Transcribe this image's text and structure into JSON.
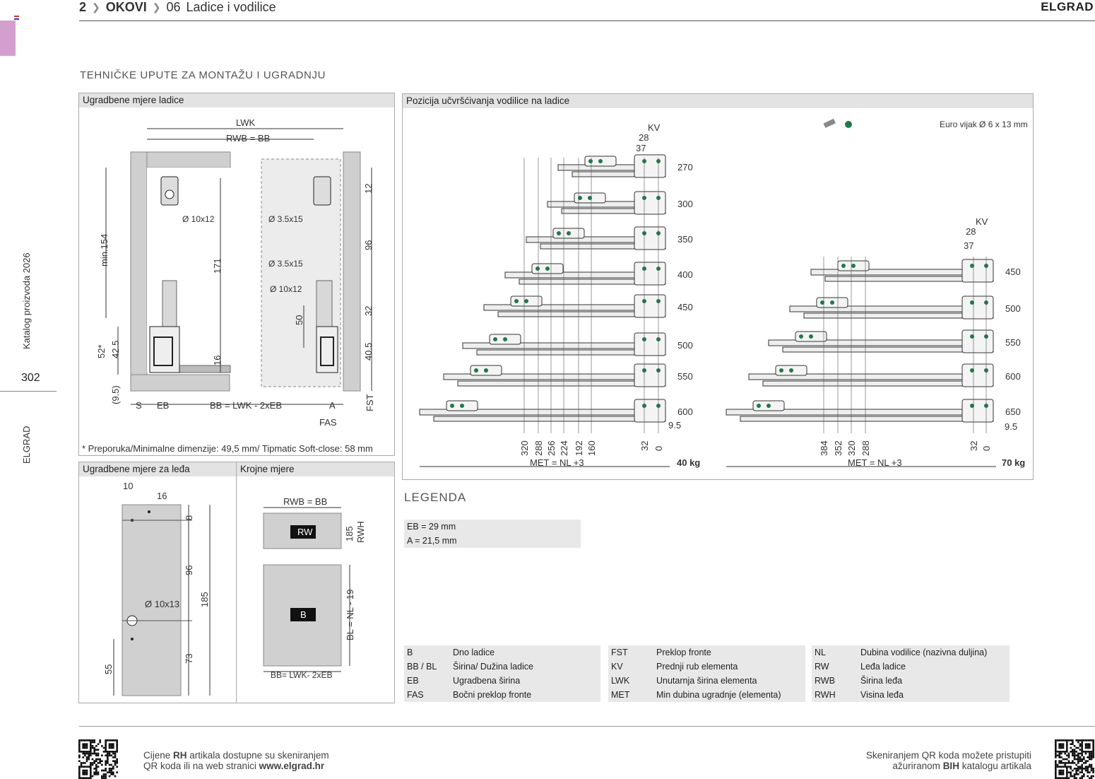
{
  "header": {
    "chapter_num": "2",
    "chapter": "OKOVI",
    "section_num": "06",
    "section": "Ladice i vodilice",
    "brand": "ELGRAD"
  },
  "sidebar": {
    "catalog": "Katalog proizvoda 2026",
    "page": "302",
    "brand": "ELGRAD"
  },
  "section_title": "TEHNIČKE UPUTE ZA MONTAŽU I UGRADNJU",
  "panel_drawer": {
    "title": "Ugradbene mjere ladice",
    "lwk": "LWK",
    "rwb": "RWB = BB",
    "d10": "Ø 10x12",
    "d35a": "Ø 3.5x15",
    "d35b": "Ø 3.5x15",
    "d10b": "Ø 10x12",
    "min154": "min.154",
    "v171": "171",
    "v96": "96",
    "v12": "12",
    "v32": "32",
    "v50": "50",
    "v405": "40.5",
    "v16": "16",
    "v52": "52*",
    "v425": "42.5",
    "v95": "(9.5)",
    "s": "S",
    "eb": "EB",
    "bb": "BB = LWK - 2xEB",
    "a": "A",
    "fst": "FST",
    "fas": "FAS",
    "note": "* Preporuka/Minimalne dimenzije: 49,5 mm/ Tipmatic Soft-close: 58 mm"
  },
  "panel_back": {
    "title": "Ugradbene mjere za leđa",
    "v10": "10",
    "v16": "16",
    "v8": "8",
    "v96": "96",
    "v185": "185",
    "d10": "Ø 10x13",
    "v73": "73",
    "v55": "55"
  },
  "panel_cut": {
    "title": "Krojne mjere",
    "rwb": "RWB = BB",
    "rw": "RW",
    "v185": "185",
    "rwh": "RWH",
    "b": "B",
    "bl": "BL = NL - 19",
    "bb": "BB= LWK- 2xEB"
  },
  "panel_position": {
    "title": "Pozicija učvršćivanja vodilice na ladice",
    "screw": "Euro vijak Ø 6 x 13 mm",
    "kv": "KV",
    "v28": "28",
    "v37": "37",
    "left_lengths": [
      "270",
      "300",
      "350",
      "400",
      "450",
      "500",
      "550",
      "600"
    ],
    "left_bottom": [
      "320",
      "288",
      "256",
      "224",
      "192",
      "160",
      "32",
      "0"
    ],
    "left_95": "9.5",
    "left_met": "MET = NL +3",
    "left_kg": "40 kg",
    "right_lengths": [
      "450",
      "500",
      "550",
      "600",
      "650"
    ],
    "right_bottom": [
      "384",
      "352",
      "320",
      "288",
      "32",
      "0"
    ],
    "right_95": "9.5",
    "right_met": "MET = NL +3",
    "right_kg": "70 kg"
  },
  "legend": {
    "title": "LEGENDA",
    "rows": [
      "EB = 29 mm",
      "A = 21,5 mm"
    ]
  },
  "abbreviations": [
    [
      [
        "B",
        "Dno ladice"
      ],
      [
        "BB / BL",
        "Širina/ Dužina ladice"
      ],
      [
        "EB",
        "Ugradbena širina"
      ],
      [
        "FAS",
        "Bočni preklop fronte"
      ]
    ],
    [
      [
        "FST",
        "Preklop fronte"
      ],
      [
        "KV",
        "Prednji rub elementa"
      ],
      [
        "LWK",
        "Unutarnja širina elementa"
      ],
      [
        "MET",
        "Min dubina ugradnje (elementa)"
      ]
    ],
    [
      [
        "NL",
        "Dubina vodilice (nazivna duljina)"
      ],
      [
        "RW",
        "Leđa ladice"
      ],
      [
        "RWB",
        "Širina leđa"
      ],
      [
        "RWH",
        "Visina leđa"
      ]
    ]
  ],
  "footer": {
    "left_1": "Cijene ",
    "left_1b": "RH",
    "left_1c": " artikala dostupne su skeniranjem",
    "left_2": "QR koda ili na web stranici ",
    "left_2b": "www.elgrad.hr",
    "right_1": "Skeniranjem QR koda možete pristupiti",
    "right_2": "ažuriranom ",
    "right_2b": "BIH",
    "right_2c": " katalogu artikala"
  },
  "colors": {
    "accent": "#d49fcf",
    "panel_head": "#e3e3e3",
    "green": "#1e7a4a"
  }
}
